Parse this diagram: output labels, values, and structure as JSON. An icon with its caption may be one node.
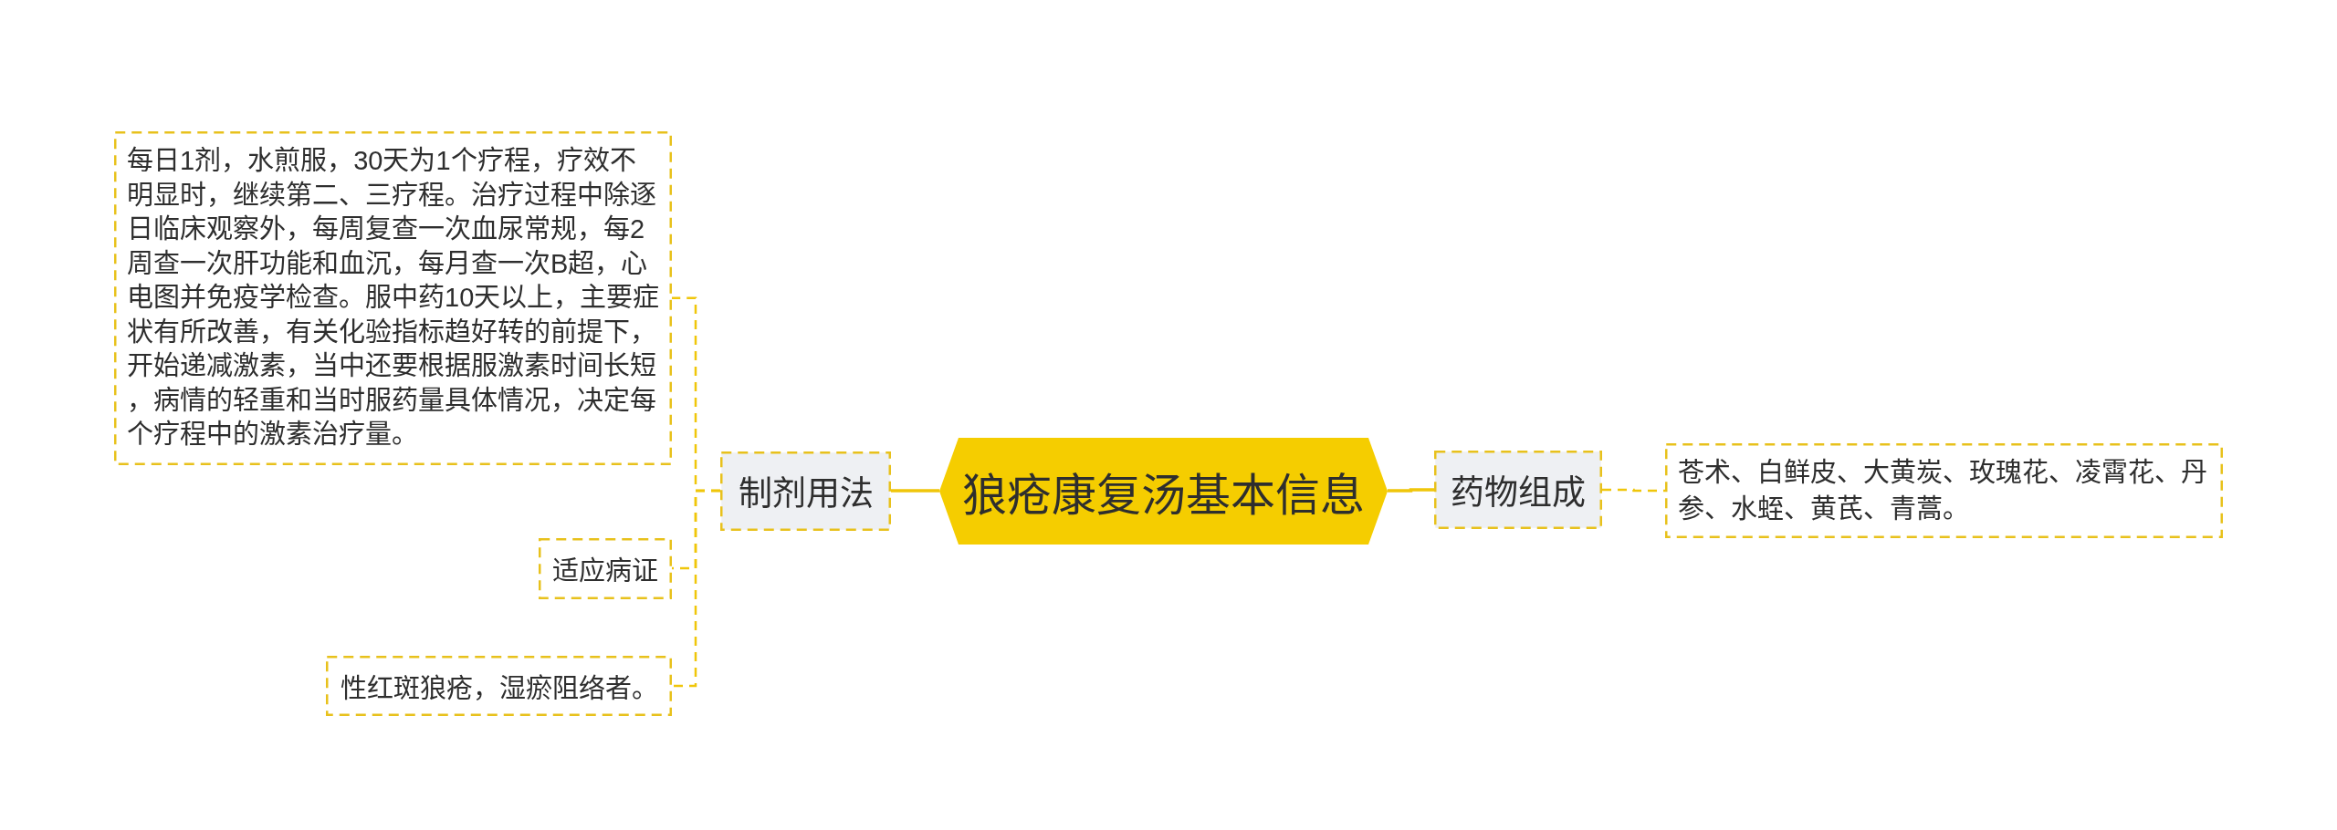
{
  "diagram": {
    "nodes": [
      {
        "text": [
          "狼疮康复汤基本信息"
        ]
      },
      {
        "text": [
          "制剂用法"
        ]
      },
      {
        "text": [
          "每日1剂，水煎服，30天为1个疗程，疗效不明显时，继续第二、三疗程。治疗过程中除逐日临床观察外，每周复查一次血尿常规，每2周查一次肝功能和血沉，每月查一次B超，心电图并免疫学检查。服中药10天以上，主要症状有所改善，有关化验指标趋好转的前提下，开始递减激素，当中还要根据服激素时间长短，病情的轻重和当时服药量具体情况，决定每个疗程中的激素治疗量。"
        ]
      },
      {
        "text": [
          "适应病证"
        ]
      },
      {
        "text": [
          "性红斑狼疮，湿瘀阻络者。"
        ]
      },
      {
        "text": [
          "药物组成"
        ]
      },
      {
        "text": [
          "苍术、白鲜皮、大黄炭、玫瑰花、凌霄花、丹参、水蛭、黄芪、青蒿。"
        ]
      }
    ],
    "edges": [
      {
        "from": 0,
        "to": 1,
        "arrow": "none"
      },
      {
        "from": 1,
        "to": 2,
        "arrow": "none",
        "style": "dashed"
      },
      {
        "from": 1,
        "to": 3,
        "arrow": "none",
        "style": "dashed"
      },
      {
        "from": 1,
        "to": 4,
        "arrow": "none",
        "style": "dashed"
      },
      {
        "from": 0,
        "to": 5,
        "arrow": "none"
      },
      {
        "from": 5,
        "to": 6,
        "arrow": "none",
        "style": "dashed"
      }
    ]
  }
}
